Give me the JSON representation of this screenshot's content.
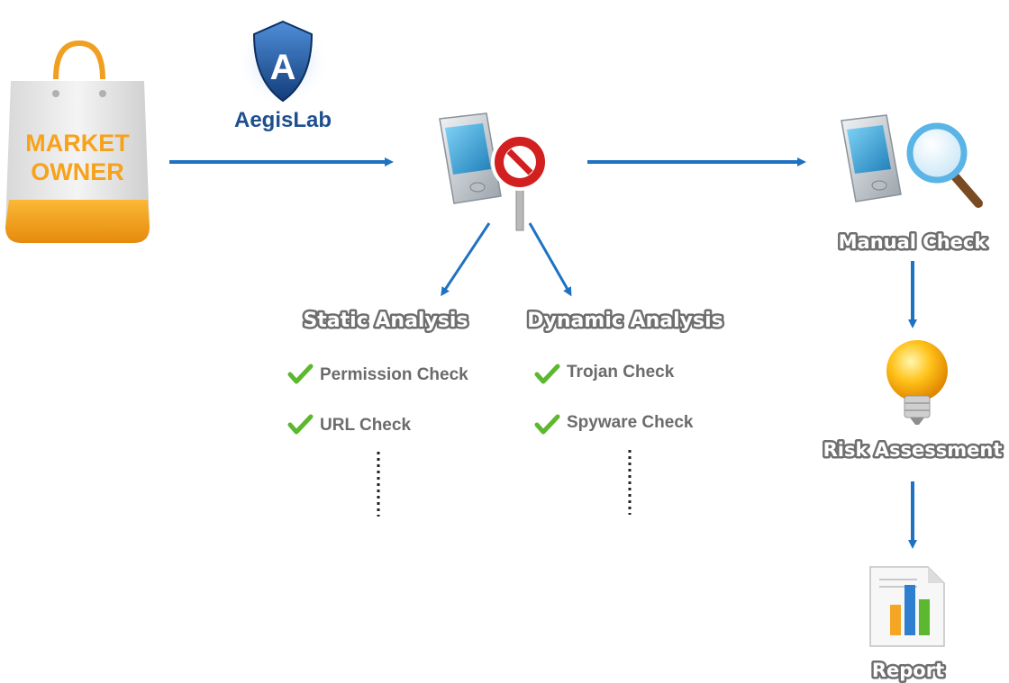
{
  "market_owner": {
    "line1": "MARKET",
    "line2": "OWNER"
  },
  "brand": {
    "name": "AegisLab",
    "letter": "A"
  },
  "stages": {
    "manual_check": "Manual Check",
    "risk_assessment": "Risk Assessment",
    "report": "Report"
  },
  "static_analysis": {
    "title": "Static Analysis",
    "items": [
      "Permission Check",
      "URL Check"
    ]
  },
  "dynamic_analysis": {
    "title": "Dynamic Analysis",
    "items": [
      "Trojan Check",
      "Spyware Check"
    ]
  },
  "colors": {
    "arrow": "#1f72c2",
    "bag_orange": "#f7a21b",
    "check_green": "#5cb82e",
    "label_outline": "#6e6e6e"
  },
  "icons": [
    "shopping-bag-icon",
    "aegislab-shield-icon",
    "pda-device-icon",
    "stop-sign-icon",
    "magnifier-icon",
    "lightbulb-icon",
    "report-chart-icon",
    "checkmark-icon"
  ]
}
